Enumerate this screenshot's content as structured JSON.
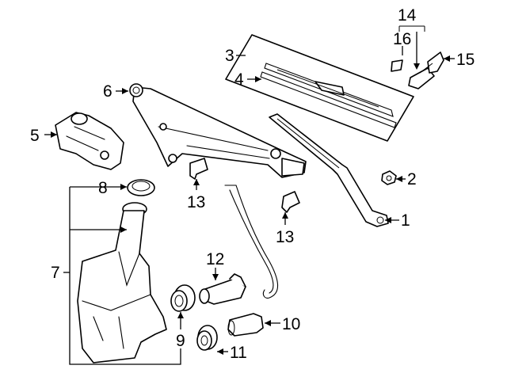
{
  "callouts": [
    {
      "id": "1",
      "text": "1"
    },
    {
      "id": "2",
      "text": "2"
    },
    {
      "id": "3",
      "text": "3"
    },
    {
      "id": "4",
      "text": "4"
    },
    {
      "id": "5",
      "text": "5"
    },
    {
      "id": "6",
      "text": "6"
    },
    {
      "id": "7",
      "text": "7"
    },
    {
      "id": "8",
      "text": "8"
    },
    {
      "id": "9",
      "text": "9"
    },
    {
      "id": "10",
      "text": "10"
    },
    {
      "id": "11",
      "text": "11"
    },
    {
      "id": "12",
      "text": "12"
    },
    {
      "id": "13a",
      "text": "13"
    },
    {
      "id": "13b",
      "text": "13"
    },
    {
      "id": "14",
      "text": "14"
    },
    {
      "id": "15",
      "text": "15"
    },
    {
      "id": "16",
      "text": "16"
    }
  ],
  "colors": {
    "line": "#000000",
    "background": "#ffffff",
    "shade": "#e6e6e6"
  }
}
